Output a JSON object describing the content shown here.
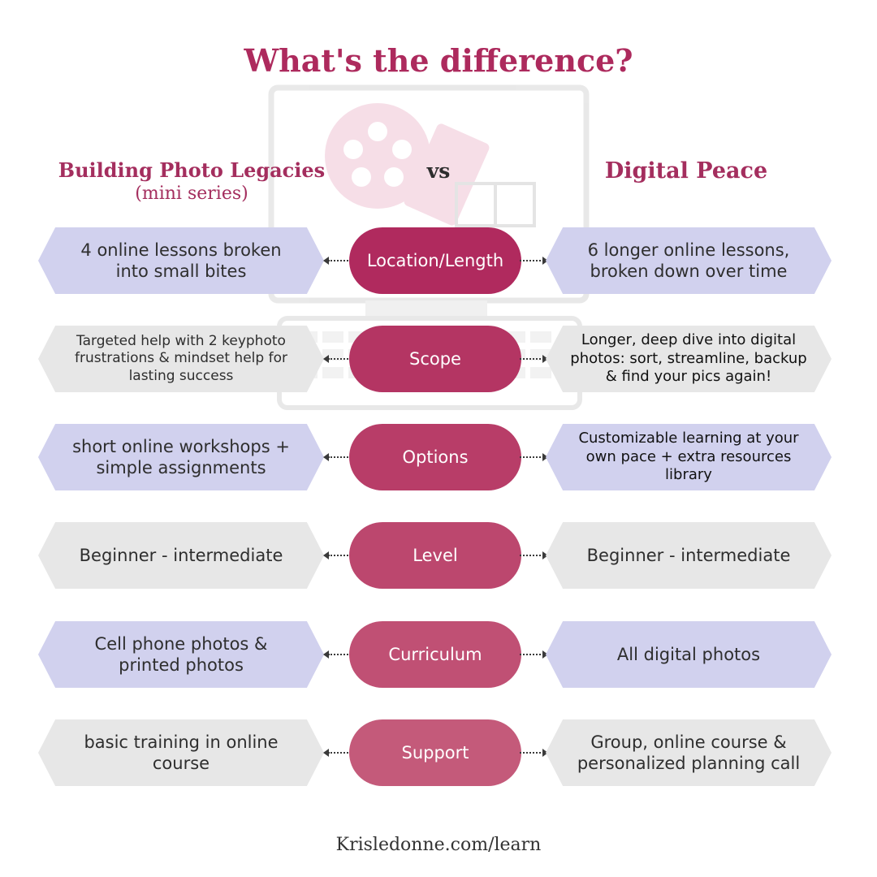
{
  "title": "What's the difference?",
  "columns": {
    "left_title": "Building Photo Legacies",
    "left_subtitle": "(mini series)",
    "vs": "vs",
    "right_title": "Digital Peace"
  },
  "rows": [
    {
      "label": "Location/Length",
      "left": "4 online lessons broken into small bites",
      "right": "6 longer online lessons, broken down over time"
    },
    {
      "label": "Scope",
      "left": "Targeted help with 2 keyphoto frustrations & mindset help for lasting success",
      "right": "Longer, deep dive into digital photos: sort, streamline, backup & find your pics again!"
    },
    {
      "label": "Options",
      "left": "short online workshops + simple assignments",
      "right": "Customizable learning at your own pace + extra resources library"
    },
    {
      "label": "Level",
      "left": "Beginner - intermediate",
      "right": "Beginner - intermediate"
    },
    {
      "label": "Curriculum",
      "left": "Cell phone photos & printed photos",
      "right": "All digital photos"
    },
    {
      "label": "Support",
      "left": "basic training in online course",
      "right": "Group, online course & personalized planning call"
    }
  ],
  "footer": "Krisledonne.com/learn",
  "colors": {
    "title": "#ad2a5d",
    "pill_colors": [
      "#b02a5e",
      "#b43563",
      "#b83d68",
      "#bc476e",
      "#c05074",
      "#c45a7a"
    ],
    "box_purple": "#d1d1ee",
    "box_gray": "#e7e7e7"
  }
}
